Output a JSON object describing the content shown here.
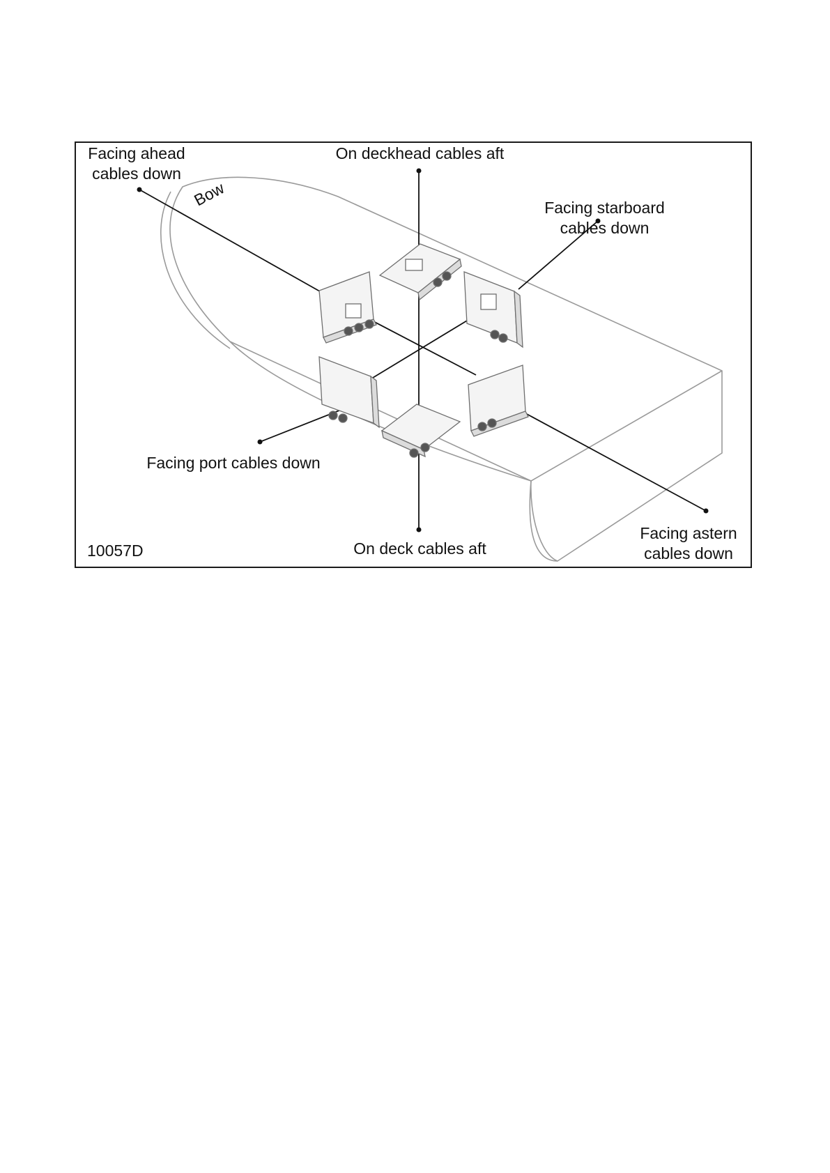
{
  "labels": {
    "ahead": [
      "Facing ahead",
      "cables down"
    ],
    "deckhead": "On deckhead cables aft",
    "starboard": [
      "Facing starboard",
      "cables down"
    ],
    "port": "Facing port cables down",
    "deck": "On deck cables aft",
    "astern": [
      "Facing astern",
      "cables down"
    ],
    "bow": "Bow",
    "figure_id": "10057D"
  },
  "colors": {
    "hull": "#8c8c8c",
    "leader": "#111111",
    "unit_outline": "#6e6e6e",
    "unit_fill": "#f4f4f4"
  }
}
